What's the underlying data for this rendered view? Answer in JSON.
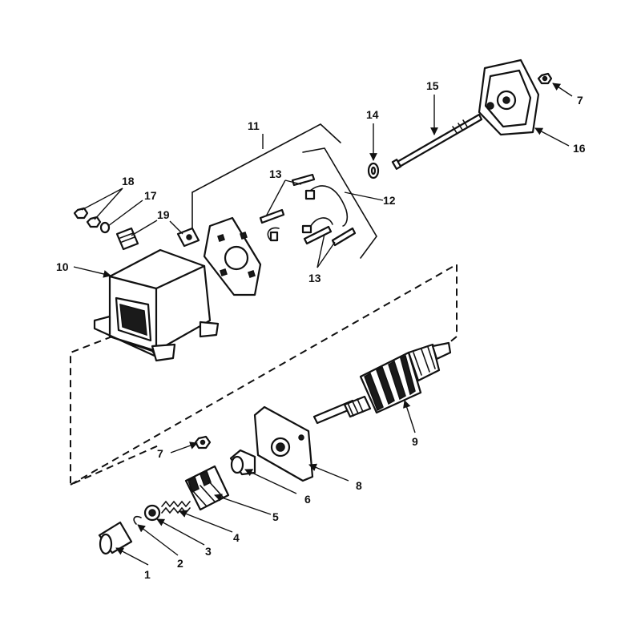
{
  "callouts": {
    "c1": "1",
    "c2": "2",
    "c3": "3",
    "c4": "4",
    "c5": "5",
    "c6": "6",
    "c7a": "7",
    "c7b": "7",
    "c8": "8",
    "c9": "9",
    "c10": "10",
    "c11": "11",
    "c12": "12",
    "c13a": "13",
    "c13b": "13",
    "c14": "14",
    "c15": "15",
    "c16": "16",
    "c17": "17",
    "c18": "18",
    "c19": "19"
  }
}
